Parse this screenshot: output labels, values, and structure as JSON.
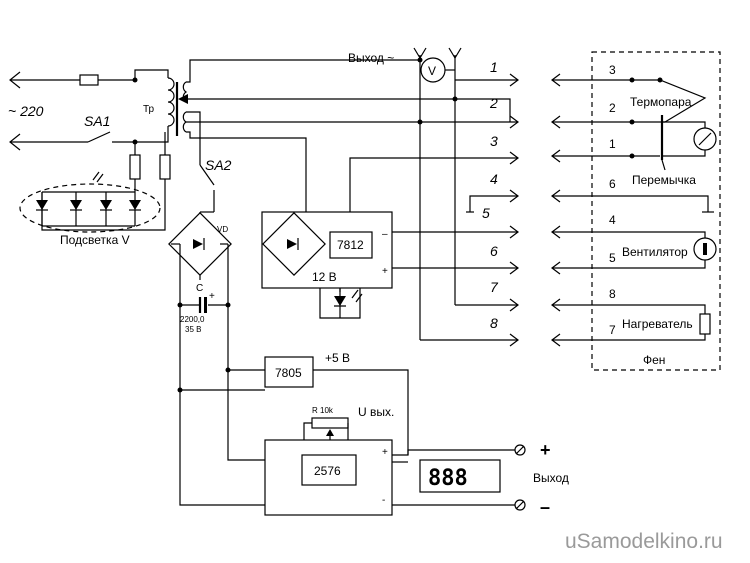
{
  "mains": {
    "voltage_label": "~ 220"
  },
  "switches": {
    "sa1": "SA1",
    "sa2": "SA2"
  },
  "transformer": {
    "label": "Тр"
  },
  "output": {
    "label": "Выход ~",
    "meter": "V"
  },
  "backlight": {
    "label": "Подсветка V"
  },
  "rectifier": {
    "vd_label": "VD"
  },
  "capacitor": {
    "name": "C",
    "value": "2200,0",
    "voltage": "35 В",
    "plus": "+"
  },
  "regulator_12": {
    "label": "7812",
    "output_label": "12 В",
    "minus": "–",
    "plus": "+"
  },
  "regulator_5": {
    "label": "7805",
    "rail_label": "+5 В"
  },
  "voltmeter": {
    "chip": "2576",
    "resistor": "R  10k",
    "output_label": "U вых.",
    "plus": "+",
    "minus": "-",
    "display": "888"
  },
  "dc_output": {
    "plus": "+",
    "minus": "–",
    "label": "Выход"
  },
  "connector_numbers": [
    "1",
    "2",
    "3",
    "4",
    "5",
    "6",
    "7",
    "8"
  ],
  "fan": {
    "title": "Фен",
    "pins": [
      "3",
      "2",
      "1",
      "6",
      "4",
      "5",
      "8",
      "7"
    ],
    "thermocouple": "Термопара",
    "jumper": "Перемычка",
    "fan_motor": "Вентилятор",
    "heater": "Нагреватель"
  },
  "watermark": "uSamodelkino.ru"
}
